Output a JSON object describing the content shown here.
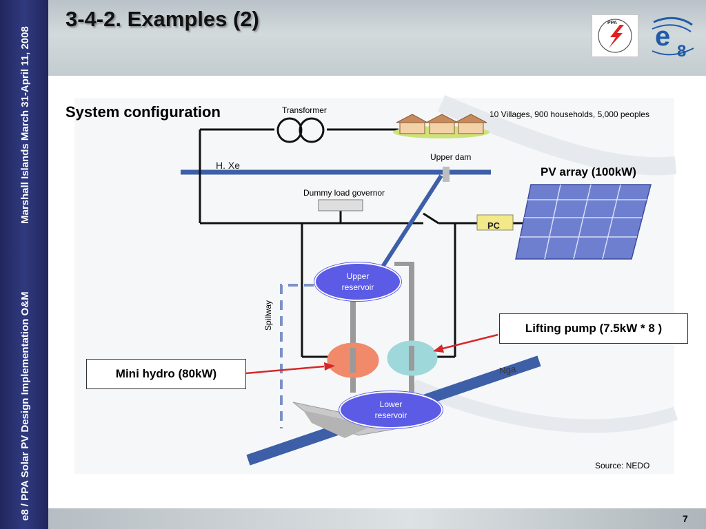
{
  "sidebar": {
    "text_top": "Marshall Islands March 31-April 11, 2008",
    "text_bottom": "e8 / PPA Solar PV Design Implementation O&M"
  },
  "header": {
    "title": "3-4-2. Examples (2)",
    "ppa_logo_text": "PPA",
    "e8_logo_text": "e8"
  },
  "section_title": "System configuration",
  "diagram": {
    "transformer": "Transformer",
    "villages": "10 Villages, 900 households, 5,000 peoples",
    "upper_dam": "Upper dam",
    "river_top": "H. Xe",
    "dummy_load": "Dummy load governor",
    "pv_array": "PV array (100kW)",
    "pc": "PC",
    "upper_reservoir": "Upper reservoir",
    "spillway": "Spillway",
    "lifting_pump": "Lifting pump (7.5kW * 8 )",
    "mini_hydro": "Mini hydro (80kW)",
    "river_bottom": "Nga",
    "lower_reservoir": "Lower reservoir",
    "source": "Source: NEDO"
  },
  "page_number": "7",
  "colors": {
    "sidebar": "#2a2f6e",
    "river": "#3d5fa8",
    "reservoir": "#5b5be6",
    "turbine": "#f08a6a",
    "pump": "#9fd8da",
    "pc_box": "#f3e98a",
    "pv_panel": "#6f7fd0",
    "arrow": "#d8262a"
  }
}
